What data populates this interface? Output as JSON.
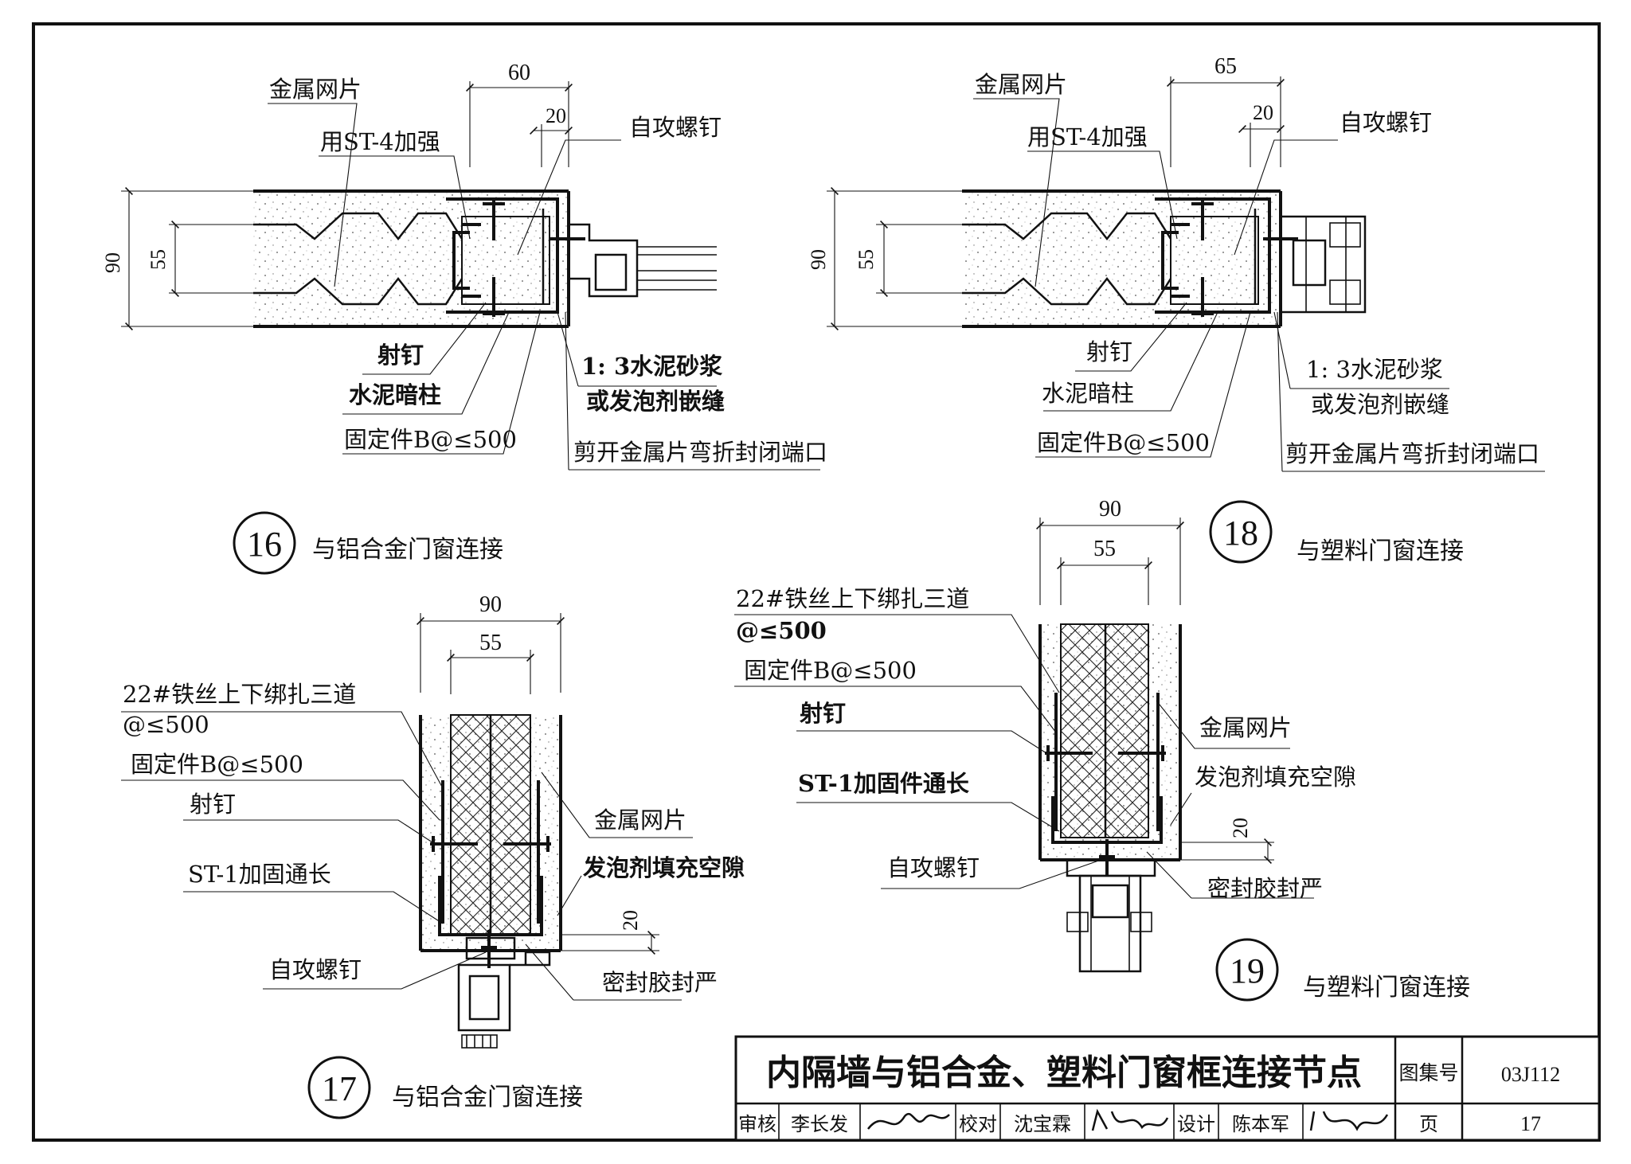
{
  "details": {
    "d16": {
      "number": "16",
      "caption": "与铝合金门窗连接",
      "dims": {
        "overall_width": "60",
        "gap": "20",
        "wall_thickness": "90",
        "core_thickness": "55"
      },
      "labels": {
        "metal_mesh": "金属网片",
        "st4": "用ST-4加强",
        "screw": "自攻螺钉",
        "nail": "射钉",
        "concrete_column": "水泥暗柱",
        "fixing": "固定件B@≤500",
        "mortar_1": "1: 3水泥砂浆",
        "mortar_2": "或发泡剂嵌缝",
        "cut_fold": "剪开金属片弯折封闭端口"
      }
    },
    "d18": {
      "number": "18",
      "caption": "与塑料门窗连接",
      "dims": {
        "overall_width": "65",
        "gap": "20",
        "wall_thickness": "90",
        "core_thickness": "55"
      },
      "labels": {
        "metal_mesh": "金属网片",
        "st4": "用ST-4加强",
        "screw": "自攻螺钉",
        "nail": "射钉",
        "concrete_column": "水泥暗柱",
        "fixing": "固定件B@≤500",
        "mortar_1": "1: 3水泥砂浆",
        "mortar_2": "或发泡剂嵌缝",
        "cut_fold": "剪开金属片弯折封闭端口"
      }
    },
    "d17": {
      "number": "17",
      "caption": "与铝合金门窗连接",
      "dims": {
        "wall_thickness": "90",
        "core_thickness": "55",
        "gap": "20"
      },
      "labels": {
        "wire_1": "22#铁丝上下绑扎三道",
        "wire_2": "@≤500",
        "fixing": "固定件B@≤500",
        "nail": "射钉",
        "st1": "ST-1加固通长",
        "screw": "自攻螺钉",
        "metal_mesh": "金属网片",
        "foam": "发泡剂填充空隙",
        "sealant": "密封胶封严"
      }
    },
    "d19": {
      "number": "19",
      "caption": "与塑料门窗连接",
      "dims": {
        "wall_thickness": "90",
        "core_thickness": "55",
        "gap": "20"
      },
      "labels": {
        "wire_1": "22#铁丝上下绑扎三道",
        "wire_2": "@≤500",
        "fixing": "固定件B@≤500",
        "nail": "射钉",
        "st1": "ST-1加固件通长",
        "screw": "自攻螺钉",
        "metal_mesh": "金属网片",
        "foam": "发泡剂填充空隙",
        "sealant": "密封胶封严"
      }
    }
  },
  "title_block": {
    "title": "内隔墙与铝合金、塑料门窗框连接节点",
    "atlas_label": "图集号",
    "atlas_no": "03J112",
    "review_label": "审核",
    "reviewer": "李长发",
    "check_label": "校对",
    "checker": "沈宝霖",
    "design_label": "设计",
    "designer": "陈本军",
    "page_label": "页",
    "page_no": "17"
  }
}
